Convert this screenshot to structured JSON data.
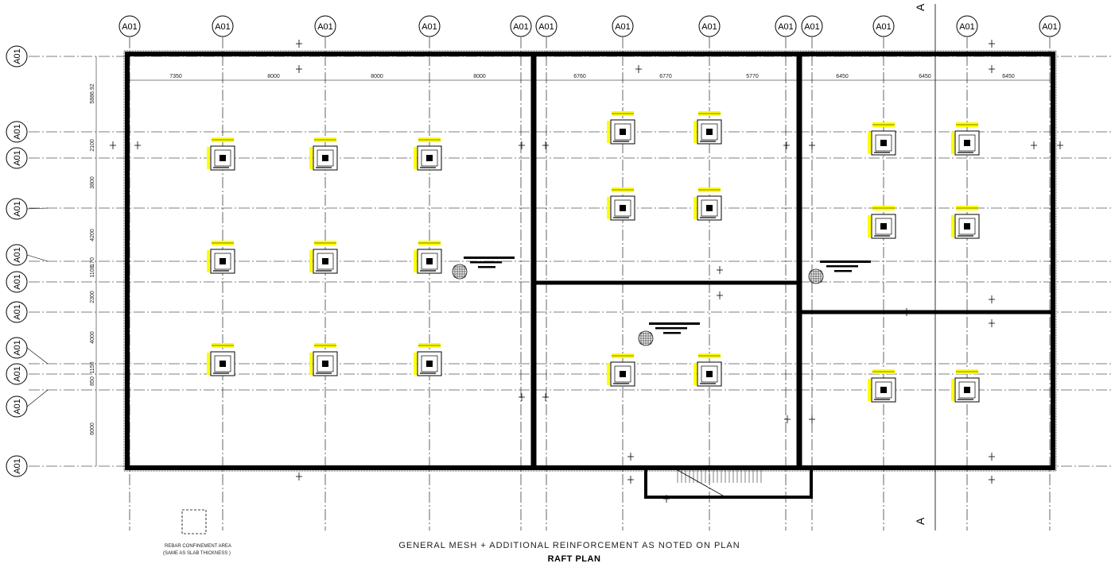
{
  "grid_label": "A01",
  "section_mark": "A",
  "note": "GENERAL MESH + ADDITIONAL REINFORCEMENT  AS NOTED ON PLAN",
  "title": "RAFT PLAN",
  "legend": {
    "line1": "REBAR CONFINEMENT AREA",
    "line2": "(SAME AS SLAB THICKNESS )"
  },
  "top_dimensions": [
    "7350",
    "8000",
    "8000",
    "8000",
    "6760",
    "6770",
    "5770",
    "6450",
    "6450",
    "6450"
  ],
  "left_dimensions": [
    "5886.92",
    "2100",
    "3800",
    "4200",
    "170",
    "1108",
    "2300",
    "4000",
    "1150",
    "850",
    "6000"
  ],
  "colors": {
    "line": "#000000",
    "highlight": "#ffff00",
    "background": "#ffffff"
  }
}
